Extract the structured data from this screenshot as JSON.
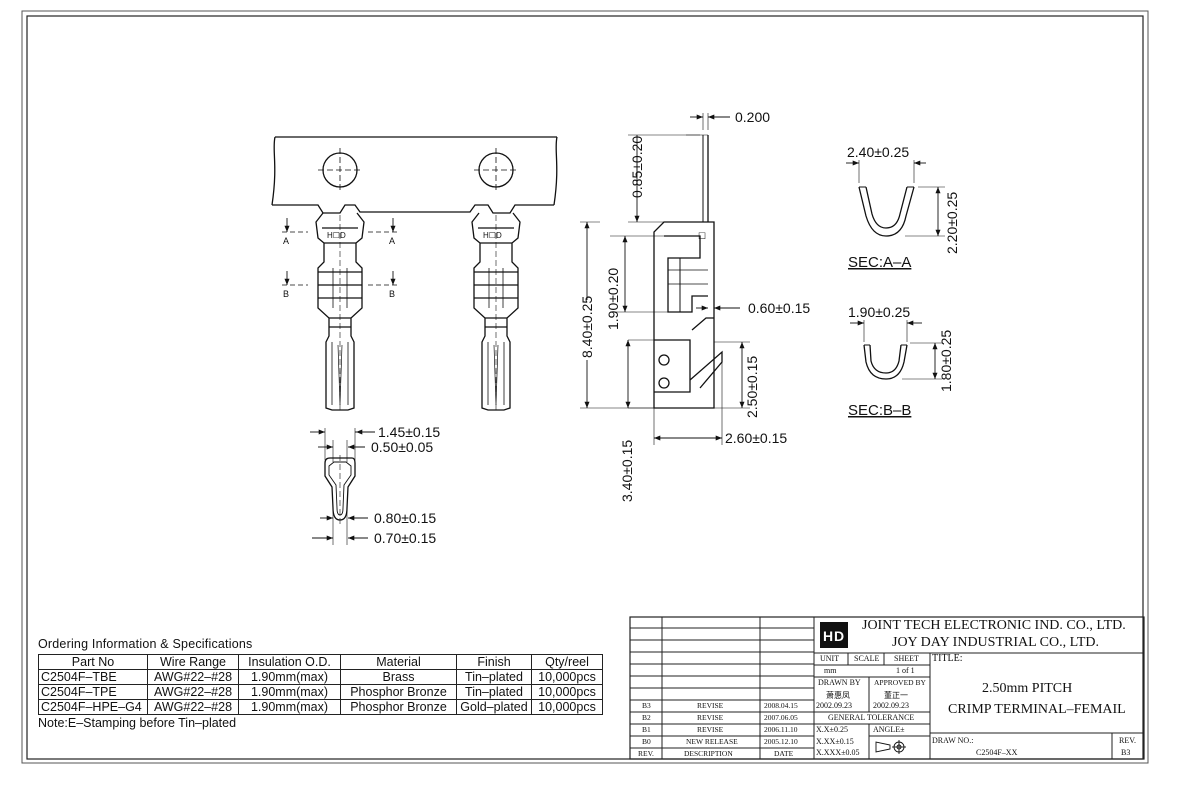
{
  "views": {
    "sec_a": "SEC:A–A",
    "sec_b": "SEC:B–B",
    "cut_a": "A",
    "cut_b": "B"
  },
  "dimensions": {
    "d_0_200": "0.200",
    "d_0_85": "0.85±0.20",
    "d_8_40": "8.40±0.25",
    "d_1_90v": "1.90±0.20",
    "d_0_60": "0.60±0.15",
    "d_2_50": "2.50±0.15",
    "d_2_60": "2.60±0.15",
    "d_3_40": "3.40±0.15",
    "d_1_45": "1.45±0.15",
    "d_0_50": "0.50±0.05",
    "d_0_80": "0.80±0.15",
    "d_0_70": "0.70±0.15",
    "d_2_40": "2.40±0.25",
    "d_2_20": "2.20±0.25",
    "d_1_90h": "1.90±0.25",
    "d_1_80": "1.80±0.25"
  },
  "ordering": {
    "title": "Ordering Information & Specifications",
    "headers": [
      "Part No",
      "Wire Range",
      "Insulation O.D.",
      "Material",
      "Finish",
      "Qty/reel"
    ],
    "rows": [
      [
        "C2504F–TBE",
        "AWG#22–#28",
        "1.90mm(max)",
        "Brass",
        "Tin–plated",
        "10,000pcs"
      ],
      [
        "C2504F–TPE",
        "AWG#22–#28",
        "1.90mm(max)",
        "Phosphor Bronze",
        "Tin–plated",
        "10,000pcs"
      ],
      [
        "C2504F–HPE–G4",
        "AWG#22–#28",
        "1.90mm(max)",
        "Phosphor Bronze",
        "Gold–plated",
        "10,000pcs"
      ]
    ],
    "note": "Note:E–Stamping before Tin–plated"
  },
  "title_block": {
    "company1": "JOINT TECH ELECTRONIC IND. CO., LTD.",
    "company2": "JOY DAY INDUSTRIAL CO., LTD.",
    "unit_label": "UNIT",
    "unit_value": "mm",
    "scale_label": "SCALE",
    "sheet_label": "SHEET",
    "sheet_value": "1 of 1",
    "title_label": "TITLE:",
    "title_line1": "2.50mm PITCH",
    "title_line2": "CRIMP TERMINAL–FEMAIL",
    "drawn_by_label": "DRAWN BY",
    "drawn_by_name": "萧惠凤",
    "drawn_date": "2002.09.23",
    "approved_by_label": "APPROVED BY",
    "approved_by_name": "董正一",
    "approved_date": "2002.09.23",
    "tolerance_label": "GENERAL TOLERANCE",
    "tol1": "X.X±0.25",
    "tol2": "X.XX±0.15",
    "tol3": "X.XXX±0.05",
    "angle_label": "ANGLE±",
    "draw_no_label": "DRAW NO.:",
    "draw_no": "C2504F–XX",
    "rev_label": "REV.",
    "rev_value": "B3",
    "revisions": [
      {
        "rev": "B3",
        "desc": "REVISE",
        "date": "2008.04.15"
      },
      {
        "rev": "B2",
        "desc": "REVISE",
        "date": "2007.06.05"
      },
      {
        "rev": "B1",
        "desc": "REVISE",
        "date": "2006.11.10"
      },
      {
        "rev": "B0",
        "desc": "NEW RELEASE",
        "date": "2005.12.10"
      }
    ],
    "hdr_rev": "REV.",
    "hdr_desc": "DESCRIPTION",
    "hdr_date": "DATE"
  }
}
